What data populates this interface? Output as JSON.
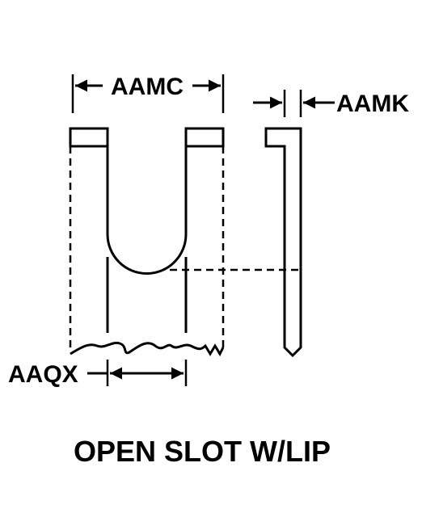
{
  "dimensions": {
    "width_label": "AAMC",
    "thickness_label": "AAMK",
    "slot_width_label": "AAQX"
  },
  "caption": "OPEN SLOT W/LIP",
  "colors": {
    "line": "#000000",
    "background": "#ffffff"
  }
}
